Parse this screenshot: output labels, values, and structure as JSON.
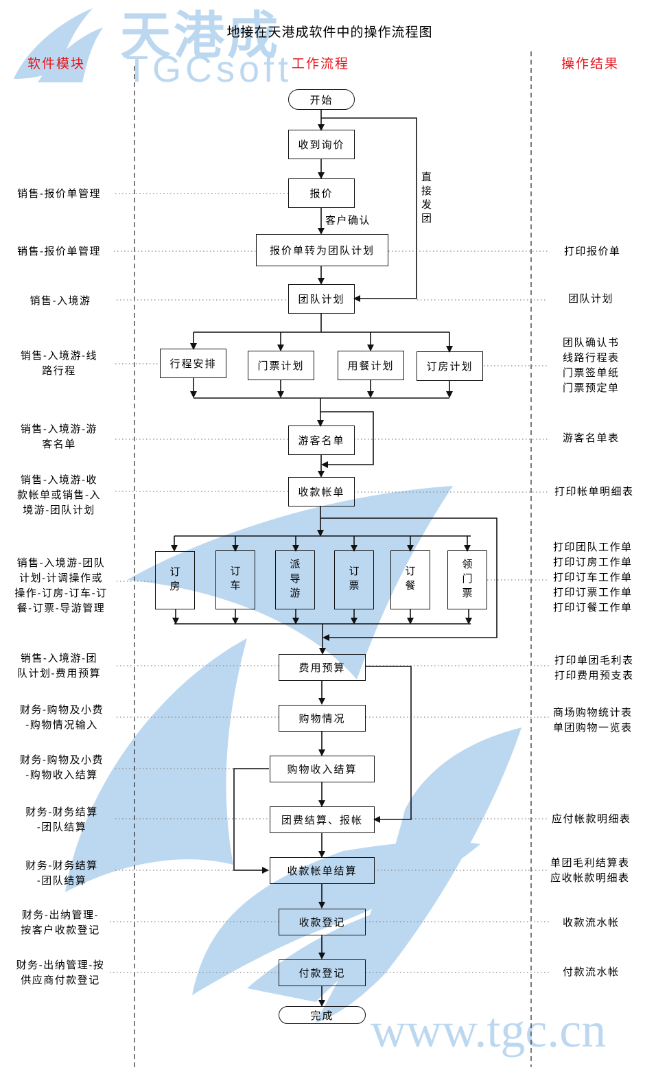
{
  "title": "地接在天港成软件中的操作流程图",
  "columns": {
    "left": "软件模块",
    "center": "工作流程",
    "right": "操作结果"
  },
  "watermark": {
    "brand_cn": "天港成",
    "brand_en": "TGCsoft",
    "url": "www.tgc.cn",
    "color": "#bcd8f0"
  },
  "colors": {
    "header_red": "#e8141c",
    "line": "#111111"
  },
  "flow": {
    "start": "开始",
    "receive_inquiry": "收到询价",
    "quote": "报价",
    "customer_confirm": "客户确认",
    "quote_to_plan": "报价单转为团队计划",
    "direct_group": "直接发团",
    "group_plan": "团队计划",
    "plans": [
      "行程安排",
      "门票计划",
      "用餐计划",
      "订房计划"
    ],
    "tourist_list": "游客名单",
    "bill": "收款帐单",
    "ops": [
      "订房",
      "订车",
      "派导游",
      "订票",
      "订餐",
      "领门票"
    ],
    "budget": "费用预算",
    "shopping": "购物情况",
    "shopping_settle": "购物收入结算",
    "group_fee_settle": "团费结算、报帐",
    "bill_settle": "收款帐单结算",
    "receipt_reg": "收款登记",
    "payment_reg": "付款登记",
    "end": "完成"
  },
  "modules": [
    [
      "销售-报价单管理"
    ],
    [
      "销售-报价单管理"
    ],
    [
      "销售-入境游"
    ],
    [
      "销售-入境游-线",
      "路行程"
    ],
    [
      "销售-入境游-游",
      "客名单"
    ],
    [
      "销售-入境游-收",
      "款帐单或销售-入",
      "境游-团队计划"
    ],
    [
      "销售-入境游-团队",
      "计划-计调操作或",
      "操作-订房-订车-订",
      "餐-订票-导游管理"
    ],
    [
      "销售-入境游-团",
      "队计划-费用预算"
    ],
    [
      "财务-购物及小费",
      "-购物情况输入"
    ],
    [
      "财务-购物及小费",
      "-购物收入结算"
    ],
    [
      "财务-财务结算",
      "-团队结算"
    ],
    [
      "财务-财务结算",
      "-团队结算"
    ],
    [
      "财务-出纳管理-",
      "按客户收款登记"
    ],
    [
      "财务-出纳管理-按",
      "供应商付款登记"
    ]
  ],
  "results": [
    [
      "打印报价单"
    ],
    [
      "团队计划"
    ],
    [
      "团队确认书",
      "线路行程表",
      "门票签单纸",
      "门票预定单"
    ],
    [
      "游客名单表"
    ],
    [
      "打印帐单明细表"
    ],
    [
      "打印团队工作单",
      "打印订房工作单",
      "打印订车工作单",
      "打印订票工作单",
      "打印订餐工作单"
    ],
    [
      "打印单团毛利表",
      "打印费用预支表"
    ],
    [
      "商场购物统计表",
      "单团购物一览表"
    ],
    [
      "应付帐款明细表"
    ],
    [
      "单团毛利结算表",
      "应收帐款明细表"
    ],
    [
      "收款流水帐"
    ],
    [
      "付款流水帐"
    ]
  ]
}
